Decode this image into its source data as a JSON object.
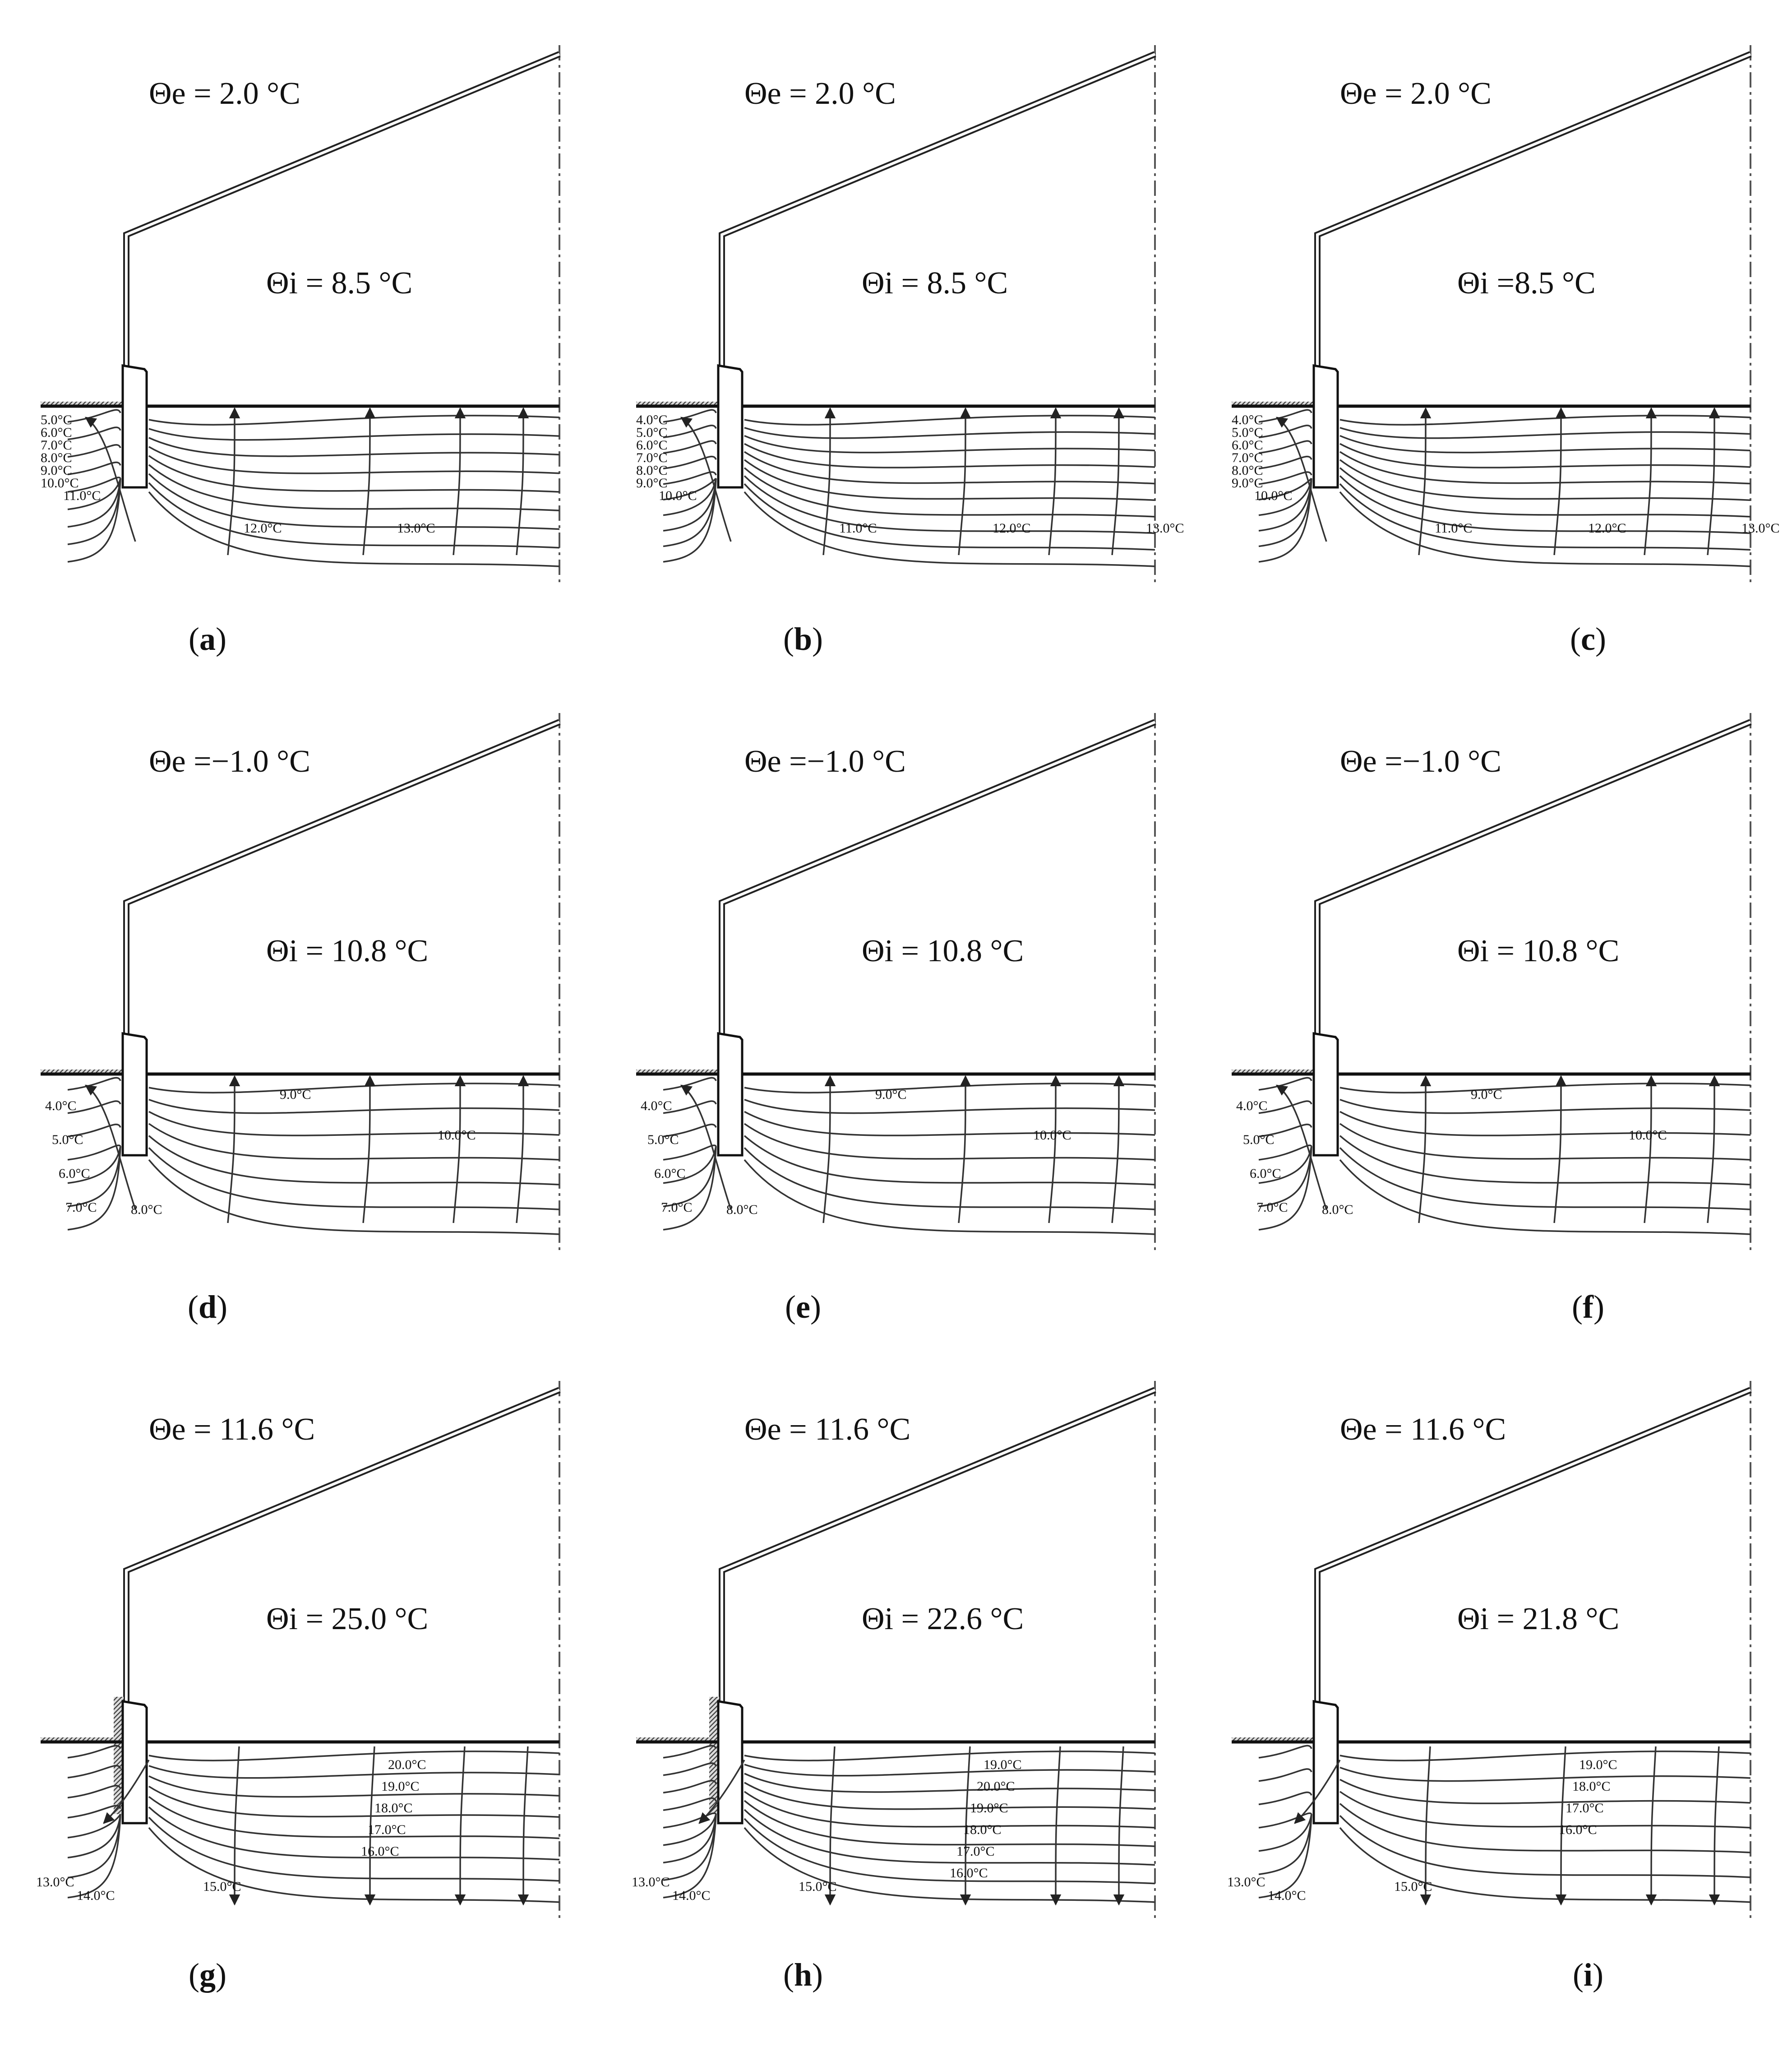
{
  "panels": [
    {
      "caption": "a",
      "theta_e": "Θe = 2.0 °C",
      "theta_i": "Θi = 8.5 °C",
      "isotherms": [
        "5.0°C",
        "6.0°C",
        "7.0°C",
        "8.0°C",
        "9.0°C",
        "10.0°C",
        "11.0°C",
        "12.0°C",
        "13.0°C"
      ]
    },
    {
      "caption": "b",
      "theta_e": "Θe = 2.0 °C",
      "theta_i": "Θi = 8.5 °C",
      "isotherms": [
        "4.0°C",
        "5.0°C",
        "6.0°C",
        "7.0°C",
        "8.0°C",
        "9.0°C",
        "10.0°C",
        "11.0°C",
        "12.0°C",
        "13.0°C"
      ]
    },
    {
      "caption": "c",
      "theta_e": "Θe = 2.0 °C",
      "theta_i": "Θi =8.5 °C",
      "isotherms": [
        "4.0°C",
        "5.0°C",
        "6.0°C",
        "7.0°C",
        "8.0°C",
        "9.0°C",
        "10.0°C",
        "11.0°C",
        "12.0°C",
        "13.0°C"
      ]
    },
    {
      "caption": "d",
      "theta_e": "Θe =−1.0 °C",
      "theta_i": "Θi = 10.8 °C",
      "isotherms": [
        "4.0°C",
        "5.0°C",
        "6.0°C",
        "7.0°C",
        "8.0°C",
        "9.0°C",
        "10.0°C"
      ]
    },
    {
      "caption": "e",
      "theta_e": "Θe =−1.0 °C",
      "theta_i": "Θi = 10.8 °C",
      "isotherms": [
        "4.0°C",
        "5.0°C",
        "6.0°C",
        "7.0°C",
        "8.0°C",
        "9.0°C",
        "10.0°C"
      ]
    },
    {
      "caption": "f",
      "theta_e": "Θe =−1.0 °C",
      "theta_i": "Θi = 10.8 °C",
      "isotherms": [
        "4.0°C",
        "5.0°C",
        "6.0°C",
        "7.0°C",
        "8.0°C",
        "9.0°C",
        "10.0°C"
      ]
    },
    {
      "caption": "g",
      "theta_e": "Θe = 11.6 °C",
      "theta_i": "Θi = 25.0 °C",
      "isotherms": [
        "20.0°C",
        "19.0°C",
        "18.0°C",
        "17.0°C",
        "16.0°C",
        "15.0°C",
        "14.0°C",
        "13.0°C"
      ]
    },
    {
      "caption": "h",
      "theta_e": "Θe = 11.6 °C",
      "theta_i": "Θi = 22.6 °C",
      "isotherms": [
        "19.0°C",
        "20.0°C",
        "19.0°C",
        "18.0°C",
        "17.0°C",
        "16.0°C",
        "15.0°C",
        "14.0°C",
        "13.0°C"
      ]
    },
    {
      "caption": "i",
      "theta_e": "Θe = 11.6 °C",
      "theta_i": "Θi = 21.8 °C",
      "isotherms": [
        "19.0°C",
        "18.0°C",
        "17.0°C",
        "16.0°C",
        "15.0°C",
        "14.0°C",
        "13.0°C"
      ]
    }
  ]
}
